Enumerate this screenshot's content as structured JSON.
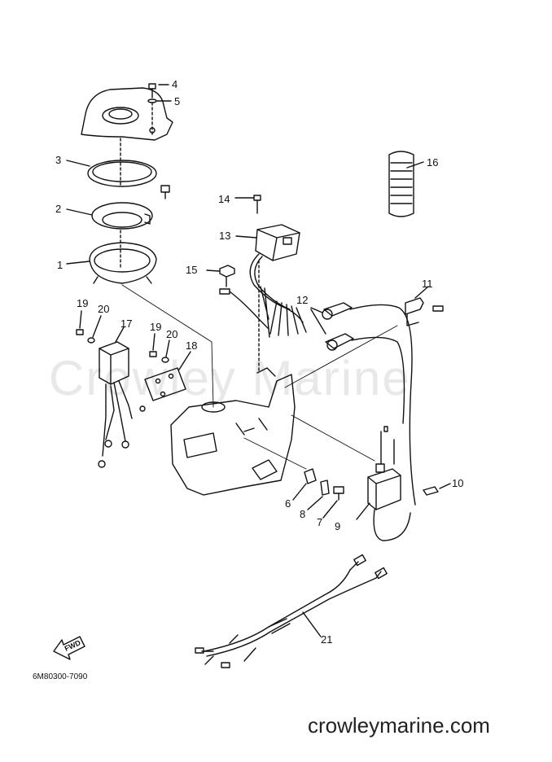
{
  "watermark": "Crowley Marine",
  "footer": {
    "part_code": "6M80300-7090",
    "site_url": "crowleymarine.com"
  },
  "fwd_label": "FWD",
  "callouts": [
    {
      "id": "4",
      "label": "4"
    },
    {
      "id": "5",
      "label": "5"
    },
    {
      "id": "3",
      "label": "3"
    },
    {
      "id": "16",
      "label": "16"
    },
    {
      "id": "2",
      "label": "2"
    },
    {
      "id": "14",
      "label": "14"
    },
    {
      "id": "13",
      "label": "13"
    },
    {
      "id": "1",
      "label": "1"
    },
    {
      "id": "15",
      "label": "15"
    },
    {
      "id": "11",
      "label": "11"
    },
    {
      "id": "12",
      "label": "12"
    },
    {
      "id": "19a",
      "label": "19"
    },
    {
      "id": "20a",
      "label": "20"
    },
    {
      "id": "17",
      "label": "17"
    },
    {
      "id": "19b",
      "label": "19"
    },
    {
      "id": "20b",
      "label": "20"
    },
    {
      "id": "18",
      "label": "18"
    },
    {
      "id": "10",
      "label": "10"
    },
    {
      "id": "6",
      "label": "6"
    },
    {
      "id": "8",
      "label": "8"
    },
    {
      "id": "7",
      "label": "7"
    },
    {
      "id": "9",
      "label": "9"
    },
    {
      "id": "21",
      "label": "21"
    }
  ]
}
